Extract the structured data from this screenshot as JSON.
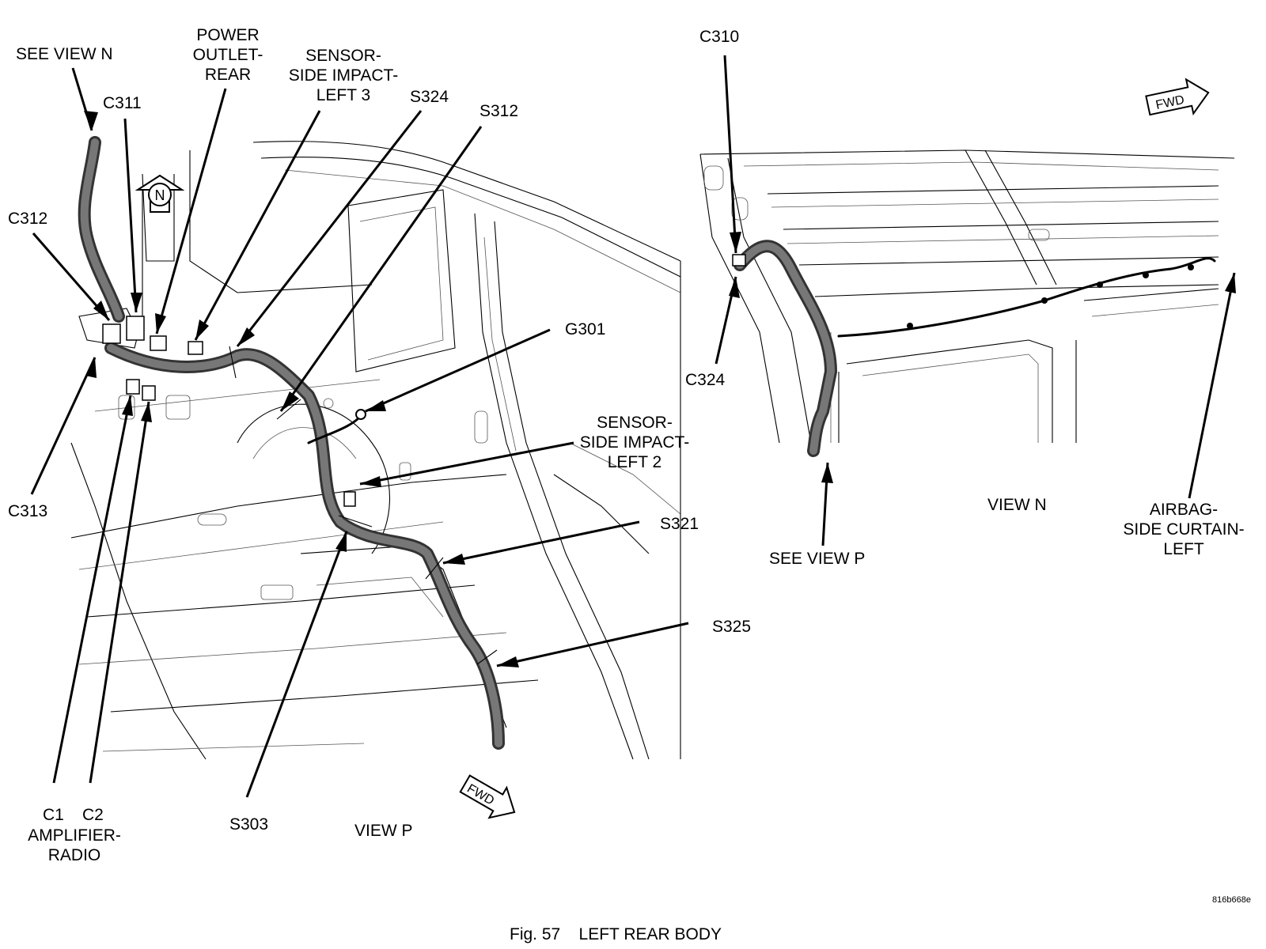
{
  "figure": {
    "caption_number": "Fig. 57",
    "caption_title": "LEFT REAR BODY",
    "image_code": "816b668e"
  },
  "view_p": {
    "title": "VIEW P",
    "fwd": "FWD",
    "view_marker": "N",
    "labels": {
      "see_view_n": "SEE VIEW N",
      "power_outlet": [
        "POWER",
        "OUTLET-",
        "REAR"
      ],
      "sensor_left3": [
        "SENSOR-",
        "SIDE IMPACT-",
        "LEFT 3"
      ],
      "s324": "S324",
      "s312": "S312",
      "c311": "C311",
      "c312": "C312",
      "g301": "G301",
      "sensor_left2": [
        "SENSOR-",
        "SIDE IMPACT-",
        "LEFT 2"
      ],
      "s321": "S321",
      "c313": "C313",
      "s325": "S325",
      "c1": "C1",
      "c2": "C2",
      "amplifier": [
        "AMPLIFIER-",
        "RADIO"
      ],
      "s303": "S303"
    }
  },
  "view_n": {
    "title": "VIEW N",
    "fwd": "FWD",
    "labels": {
      "c310": "C310",
      "c324": "C324",
      "see_view_p": "SEE VIEW P",
      "airbag": [
        "AIRBAG-",
        "SIDE CURTAIN-",
        "LEFT"
      ]
    }
  }
}
